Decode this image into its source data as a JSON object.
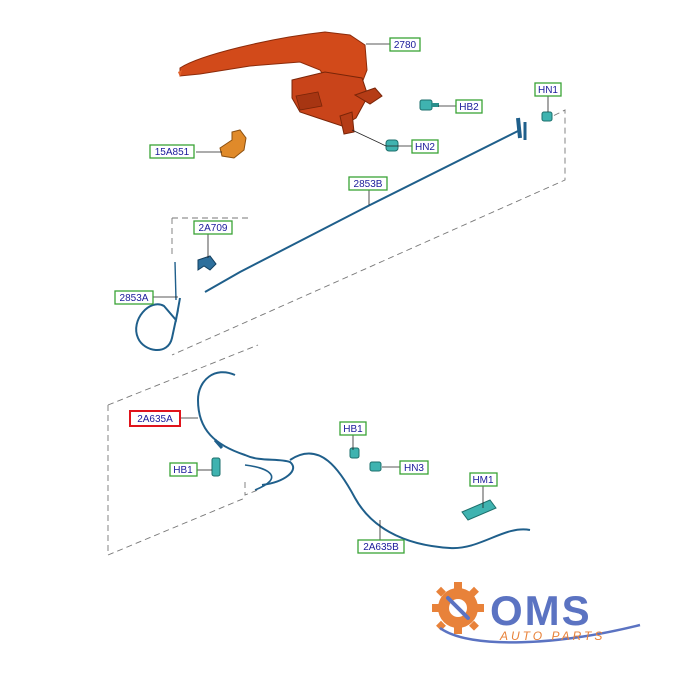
{
  "labels": {
    "p2780": "2780",
    "hb2": "HB2",
    "hn1": "HN1",
    "hn2": "HN2",
    "p15a851": "15A851",
    "p2853b": "2853B",
    "p2a709": "2A709",
    "p2853a": "2853A",
    "p2a635a": "2A635A",
    "hb1_top": "HB1",
    "hb1_left": "HB1",
    "hn3": "HN3",
    "hm1": "HM1",
    "p2a635b": "2A635B"
  },
  "highlighted_part": "2A635A",
  "colors": {
    "cable": "#1f5f8b",
    "lever": "#d24a1a",
    "clip": "#3fb3b0",
    "label_border": "#3aa335",
    "label_text": "#1a1a9a",
    "highlight_border": "#e0141c",
    "brand_blue": "#5b73c2",
    "brand_orange": "#e8823a"
  },
  "brand": {
    "name": "OMS",
    "tagline": "Auto Parts",
    "icon": "gear-wrench-icon"
  }
}
